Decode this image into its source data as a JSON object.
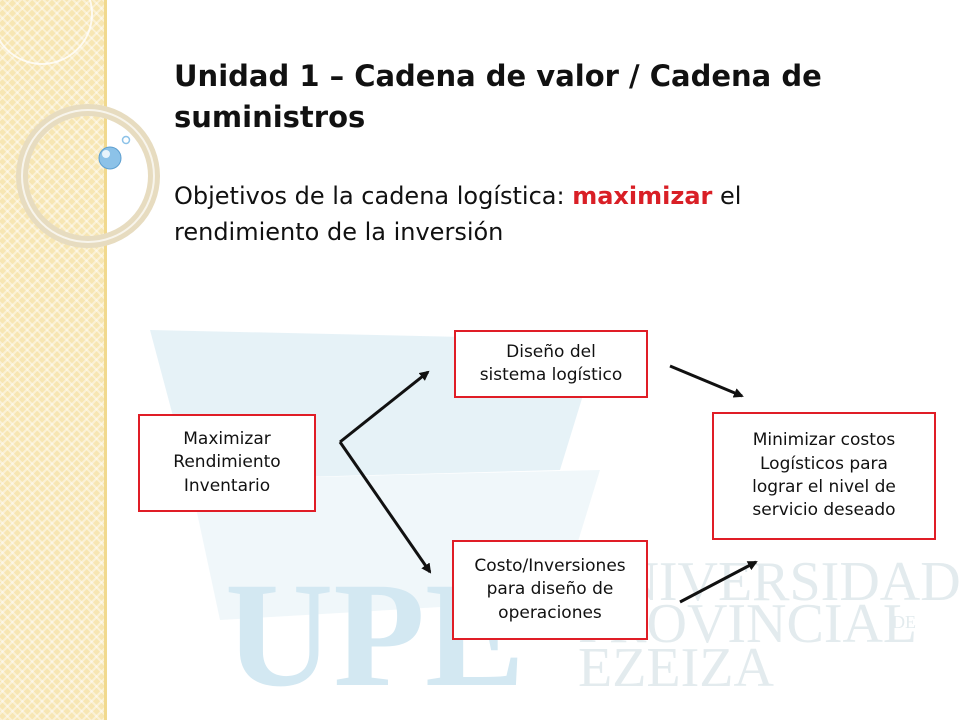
{
  "slide": {
    "title": "Unidad 1 – Cadena de valor / Cadena de suministros",
    "subtitle_prefix": "Objetivos de la cadena logística: ",
    "subtitle_highlight": "maximizar",
    "subtitle_suffix": " el rendimiento de la inversión",
    "highlight_color": "#d91f26"
  },
  "diagram": {
    "nodes": [
      {
        "id": "maximizar",
        "label": "Maximizar\nRendimiento\nInventario"
      },
      {
        "id": "diseno",
        "label": "Diseño del\nsistema logístico"
      },
      {
        "id": "costo",
        "label": "Costo/Inversiones\npara diseño de\noperaciones"
      },
      {
        "id": "minimizar",
        "label": "Minimizar costos\nLogísticos para\nlograr el nivel de\nservicio deseado"
      }
    ],
    "edges": [
      {
        "from": "maximizar",
        "to": "diseno"
      },
      {
        "from": "maximizar",
        "to": "costo"
      },
      {
        "from": "diseno",
        "to": "minimizar"
      },
      {
        "from": "costo",
        "to": "minimizar"
      }
    ],
    "box_border_color": "#e01d26"
  },
  "watermark": {
    "logo_text": "UPE",
    "line1": "UNIVERSIDAD",
    "line2": "PROVINCIAL",
    "line2_small": "DE",
    "line3": "EZEIZA"
  }
}
